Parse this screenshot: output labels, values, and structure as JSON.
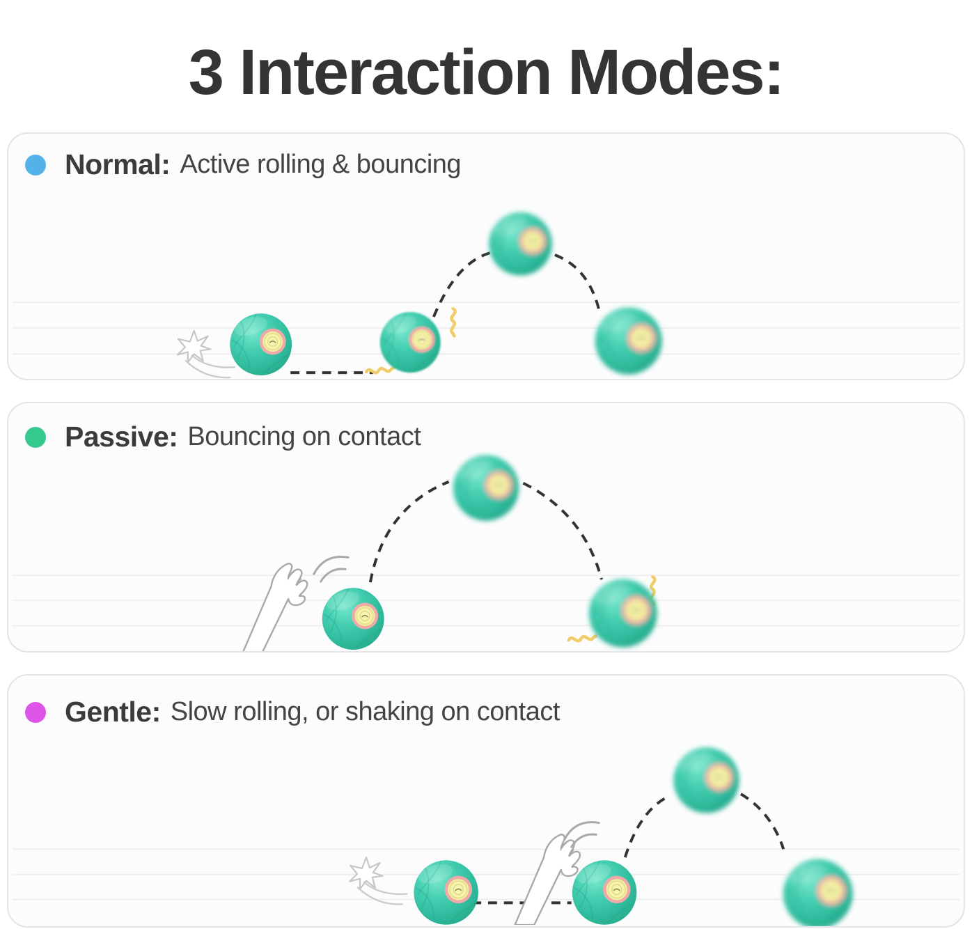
{
  "title": "3 Interaction Modes:",
  "modes": [
    {
      "id": "normal",
      "label": "Normal:",
      "description": "Active rolling & bouncing",
      "dot_color": "#55b2e9"
    },
    {
      "id": "passive",
      "label": "Passive:",
      "description": "Bouncing on contact",
      "dot_color": "#35c98e"
    },
    {
      "id": "gentle",
      "label": "Gentle:",
      "description": "Slow rolling, or shaking on contact",
      "dot_color": "#dd55e6"
    }
  ],
  "colors": {
    "title_text": "#343434",
    "header_text": "#3b3b3b",
    "panel_border": "#e4e4e8",
    "panel_background": "#fcfcfd",
    "floor_line": "#eeeef1",
    "ball_teal": "#3ecbaf",
    "lens_ring_pink": "#efa9a9",
    "lens_center_yellow": "#f5f2a6",
    "trajectory_dash": "#333333",
    "impact_squiggle_yellow": "#f1cd68",
    "doodle_gray": "#c6c6c6"
  },
  "icons": {
    "mode_dot": "filled-circle",
    "smart_ball": "teal-ball-with-camera-lens",
    "cat_paw": "cat-paw-line-art",
    "paw_swipe": "paw-swipe-doodle",
    "vibration_squiggle": "yellow-vibration-wave",
    "bounce_trajectory": "black-dashed-arc"
  }
}
